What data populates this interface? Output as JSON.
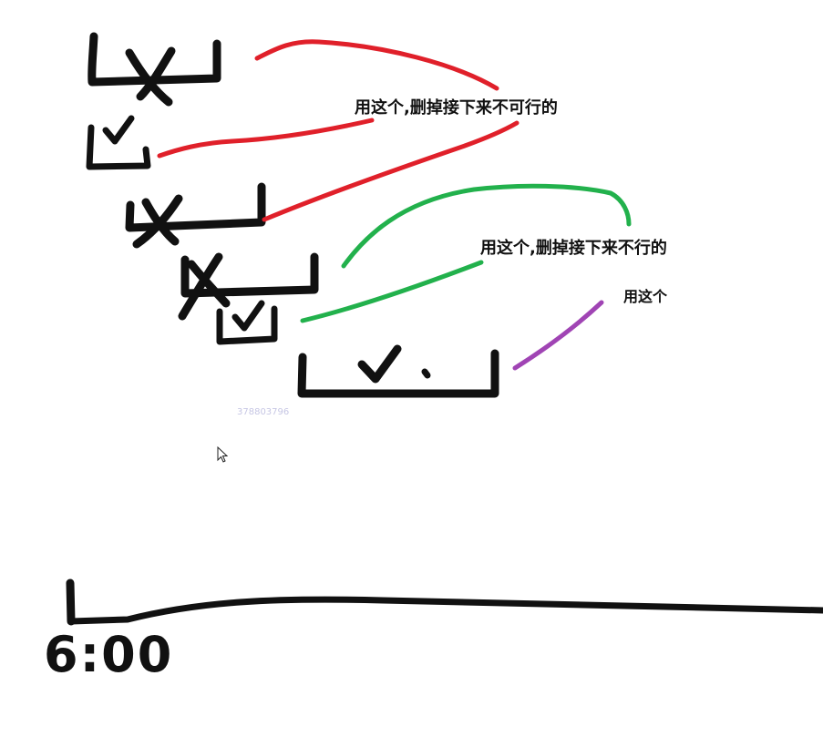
{
  "annotations": {
    "note_1": "用这个,删掉接下来不可行的",
    "note_2": "用这个,删掉接下来不行的",
    "note_3": "用这个"
  },
  "timeline": {
    "start_label": "6:00"
  },
  "watermark": "378803796",
  "colors": {
    "ink": "#111111",
    "connector_1": "#e0202a",
    "connector_2": "#22b14c",
    "connector_3": "#a044b4"
  },
  "brackets": [
    {
      "id": "bracket-1",
      "mark": "cross"
    },
    {
      "id": "bracket-2",
      "mark": "check"
    },
    {
      "id": "bracket-3",
      "mark": "cross"
    },
    {
      "id": "bracket-4",
      "mark": "cross"
    },
    {
      "id": "bracket-5",
      "mark": "check"
    },
    {
      "id": "bracket-6",
      "mark": "check"
    }
  ]
}
